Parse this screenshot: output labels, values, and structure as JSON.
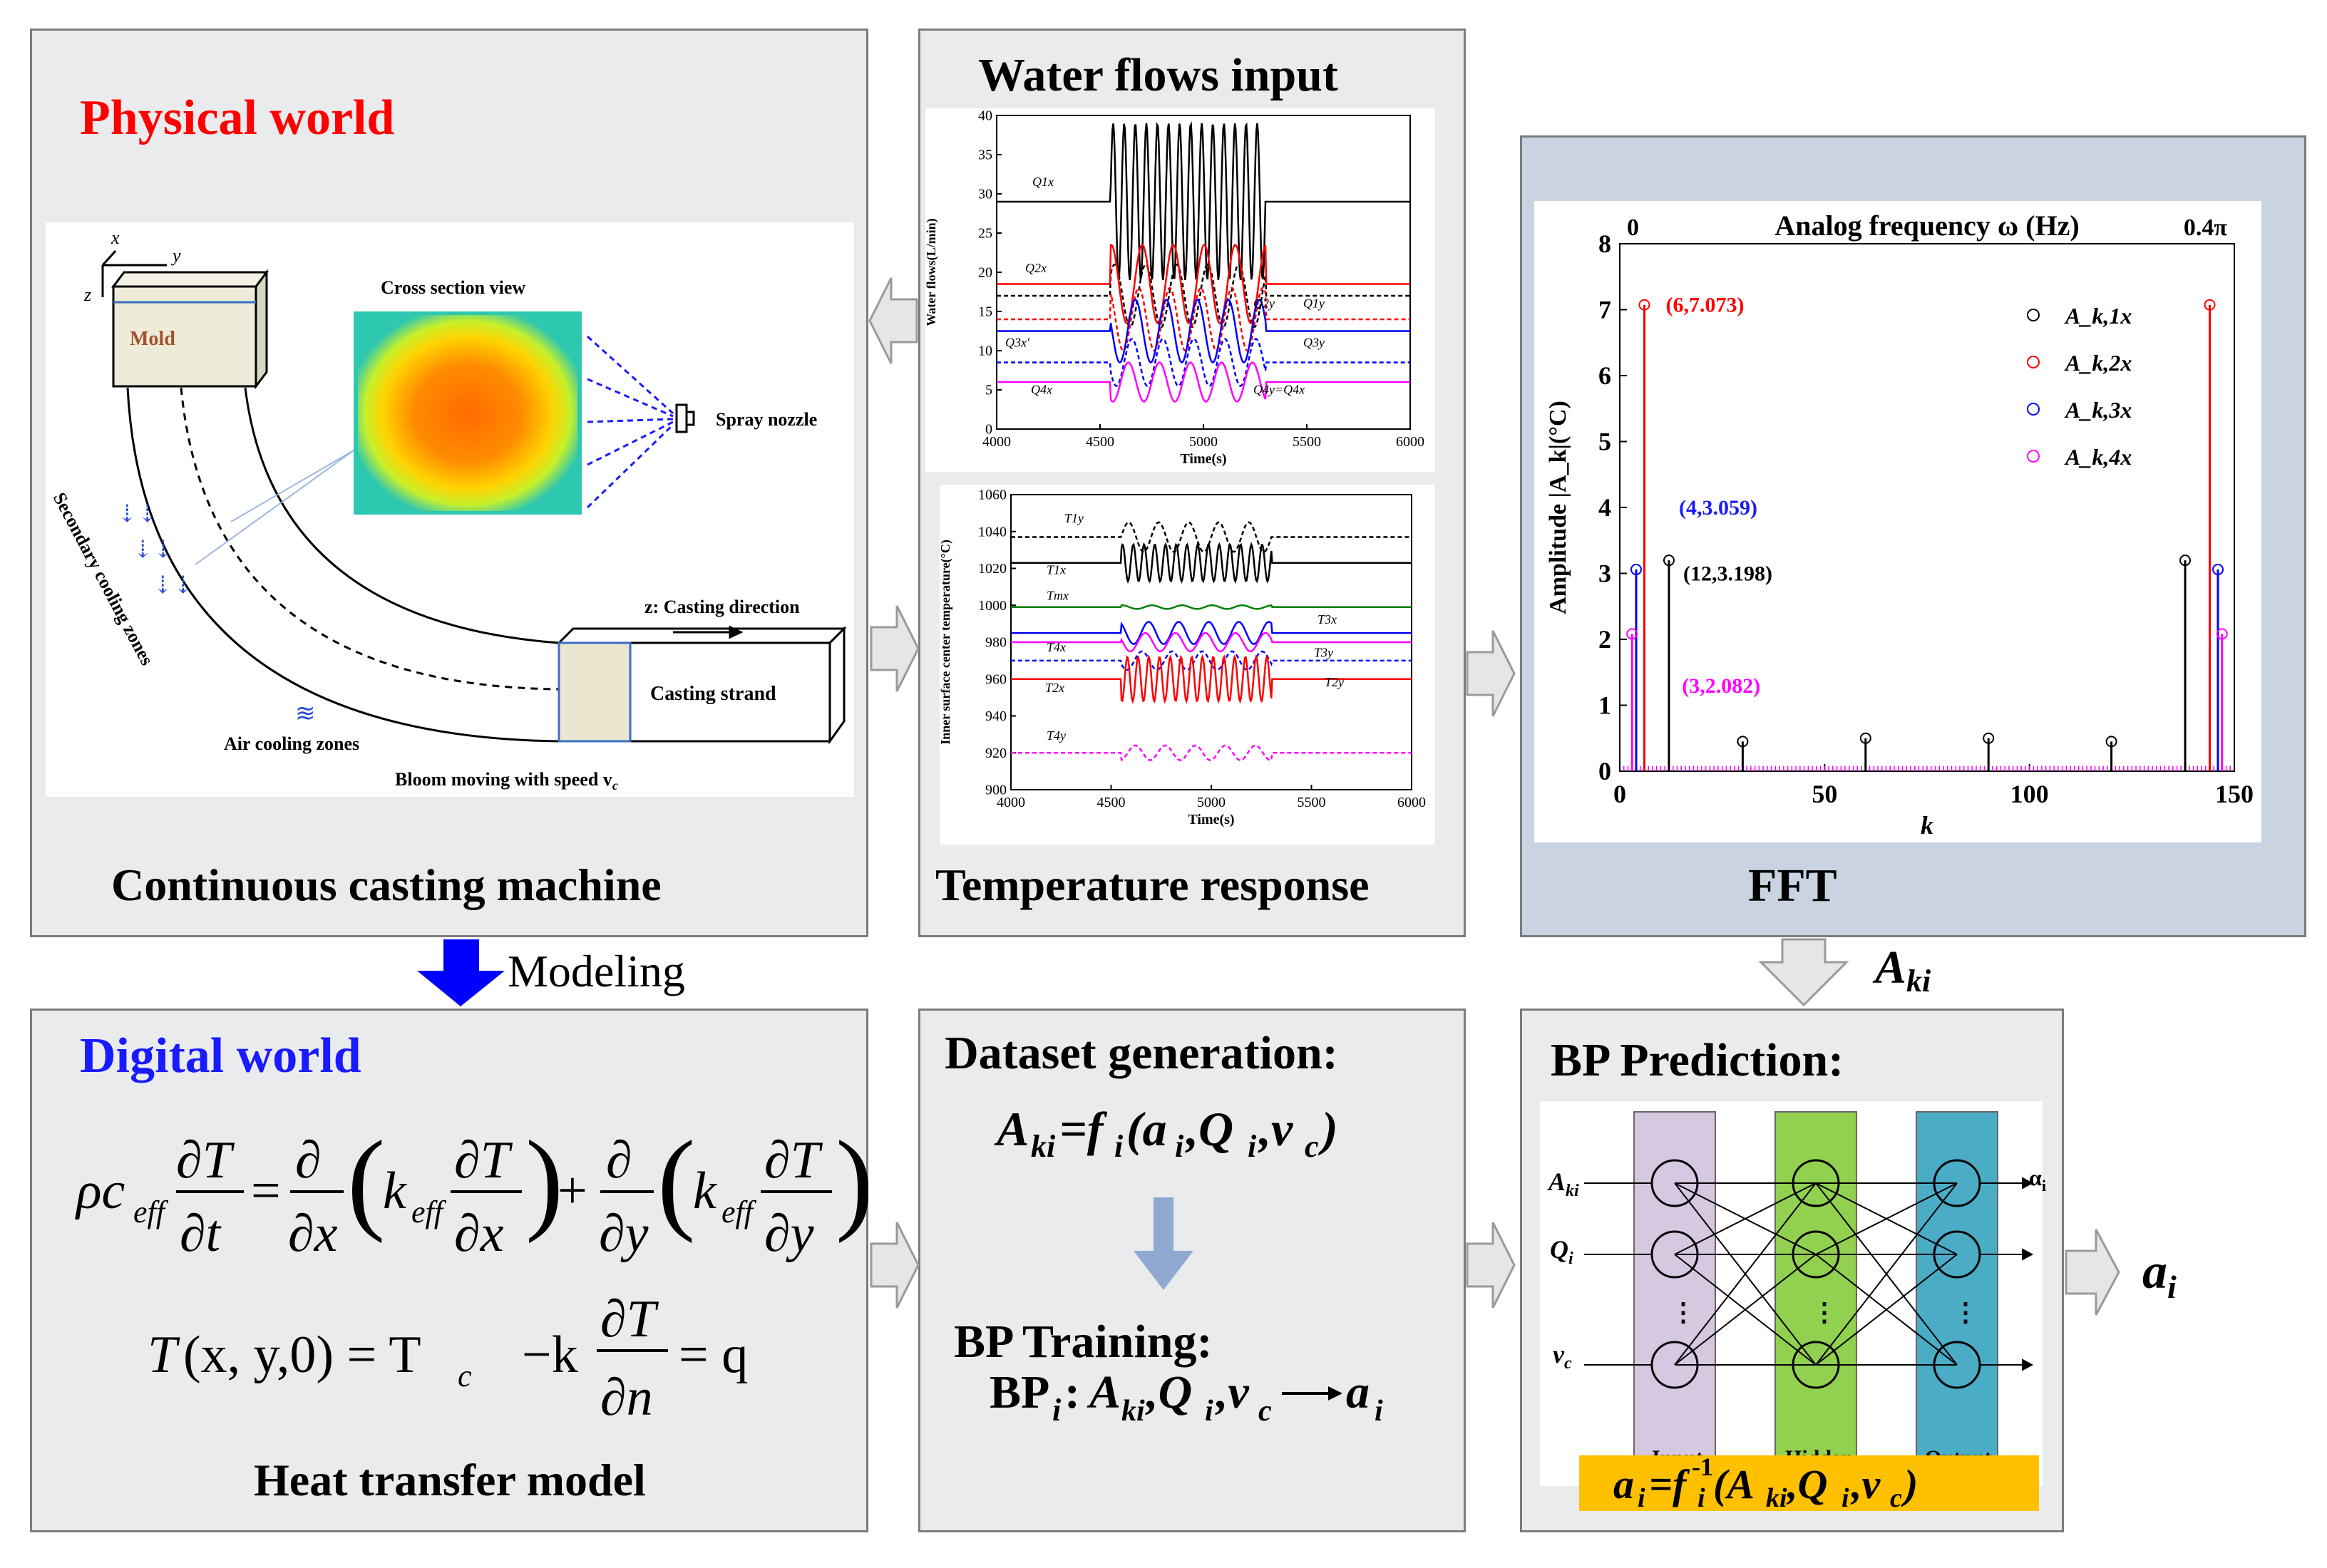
{
  "physical": {
    "heading": "Physical  world",
    "caption": "Continuous casting machine",
    "labels": {
      "axis_x": "x",
      "axis_y": "y",
      "axis_z": "z",
      "mold": "Mold",
      "cross_section": "Cross section view",
      "spray_nozzle": "Spray nozzle",
      "secondary_cooling": "Secondary cooling zones",
      "air_cooling": "Air cooling zones",
      "casting_direction": "z: Casting direction",
      "casting_strand": "Casting strand",
      "bloom_moving": "Bloom moving with speed v",
      "bloom_moving_sub": "c"
    }
  },
  "water": {
    "heading": "Water flows input",
    "caption": "Temperature response"
  },
  "fft": {
    "caption": "FFT",
    "arrow_label": "A",
    "arrow_label_sub": "ki"
  },
  "modeling_label": "Modeling",
  "digital": {
    "heading": "Digital  world",
    "caption": "Heat transfer model"
  },
  "dataset": {
    "heading": "Dataset generation:",
    "training": "BP Training:"
  },
  "bp": {
    "heading": "BP Prediction:",
    "layers": [
      "Input",
      "Hidden",
      "Output"
    ],
    "inputs": [
      "A",
      "Q",
      "v"
    ],
    "output": "α",
    "output_symbol": "a",
    "output_sub": "i"
  },
  "colors": {
    "accent_red": "#ff0000",
    "accent_blue": "#1a1aff",
    "input_layer": "#d5c8e0",
    "hidden_layer": "#92d050",
    "output_layer": "#4bacc6",
    "formula_bg": "#ffc000",
    "modeling_arrow": "#0000ff"
  },
  "chart_data": [
    {
      "type": "line",
      "name_hint": "water flows",
      "xlabel": "Time(s)",
      "ylabel": "Water flows(L/min)",
      "xlim": [
        4000,
        6000
      ],
      "ylim": [
        0,
        40
      ],
      "xticks": [
        4000,
        4500,
        5000,
        5500,
        6000
      ],
      "yticks": [
        0,
        5,
        10,
        15,
        20,
        25,
        30,
        35,
        40
      ],
      "series": [
        {
          "name": "Q1x",
          "baseline": 29,
          "amplitude": 10,
          "color": "#000000",
          "style": "solid"
        },
        {
          "name": "Q1y",
          "baseline": 17,
          "amplitude": 4,
          "color": "#000000",
          "style": "dashed"
        },
        {
          "name": "Q2x",
          "baseline": 18.5,
          "amplitude": 5,
          "color": "#ff0000",
          "style": "solid"
        },
        {
          "name": "Q2y",
          "baseline": 14,
          "amplitude": 4,
          "color": "#ff0000",
          "style": "dashed"
        },
        {
          "name": "Q3x",
          "baseline": 12.5,
          "amplitude": 4,
          "color": "#0000ff",
          "style": "solid"
        },
        {
          "name": "Q3y",
          "baseline": 8.5,
          "amplitude": 3,
          "color": "#0000ff",
          "style": "dashed"
        },
        {
          "name": "Q4x",
          "baseline": 6,
          "amplitude": 2.5,
          "color": "#ff00ff",
          "style": "solid"
        }
      ],
      "annotations": [
        "Q1x",
        "Q2x",
        "Q3x′",
        "Q4x",
        "Q2y",
        "Q1y",
        "Q3y",
        "Q4y=Q4x"
      ]
    },
    {
      "type": "line",
      "name_hint": "temperature response",
      "xlabel": "Time(s)",
      "ylabel": "Inner surface center temperature(°C)",
      "xlim": [
        4000,
        6000
      ],
      "ylim": [
        900,
        1060
      ],
      "xticks": [
        4000,
        4500,
        5000,
        5500,
        6000
      ],
      "yticks": [
        900,
        920,
        940,
        960,
        980,
        1000,
        1020,
        1040,
        1060
      ],
      "series": [
        {
          "name": "T1y",
          "baseline": 1037,
          "amplitude": 8,
          "color": "#000000",
          "style": "dashed"
        },
        {
          "name": "T1x",
          "baseline": 1023,
          "amplitude": 10,
          "color": "#000000",
          "style": "solid"
        },
        {
          "name": "Tmx",
          "baseline": 999,
          "amplitude": 1,
          "color": "#008000",
          "style": "solid"
        },
        {
          "name": "T3x",
          "baseline": 985,
          "amplitude": 6,
          "color": "#0000ff",
          "style": "solid"
        },
        {
          "name": "T4x",
          "baseline": 980,
          "amplitude": 5,
          "color": "#ff00ff",
          "style": "solid"
        },
        {
          "name": "T3y",
          "baseline": 970,
          "amplitude": 5,
          "color": "#0000ff",
          "style": "dashed"
        },
        {
          "name": "T2x",
          "baseline": 960,
          "amplitude": 12,
          "color": "#ff0000",
          "style": "solid"
        },
        {
          "name": "T4y",
          "baseline": 920,
          "amplitude": 4,
          "color": "#ff00ff",
          "style": "dashed"
        }
      ],
      "annotations": [
        "T1y",
        "T1x",
        "Tmx",
        "T3x",
        "T4x",
        "T3y",
        "T2x",
        "T2y",
        "T4y"
      ]
    },
    {
      "type": "scatter",
      "name_hint": "FFT amplitude",
      "title": "Analog frequency ω (Hz)",
      "top_left_label": "0",
      "top_right_label": "0.4π",
      "xlabel": "k",
      "ylabel": "Amplitude |A_k|(°C)",
      "xlim": [
        0,
        150
      ],
      "ylim": [
        0,
        8
      ],
      "xticks": [
        0,
        50,
        100,
        150
      ],
      "yticks": [
        0,
        1,
        2,
        3,
        4,
        5,
        6,
        7,
        8
      ],
      "series": [
        {
          "name": "A_k,1x",
          "color": "#000000",
          "points": [
            [
              12,
              3.198
            ],
            [
              30,
              0.45
            ],
            [
              60,
              0.5
            ],
            [
              90,
              0.5
            ],
            [
              120,
              0.45
            ],
            [
              138,
              3.198
            ]
          ]
        },
        {
          "name": "A_k,2x",
          "color": "#ff0000",
          "points": [
            [
              6,
              7.073
            ],
            [
              144,
              7.073
            ]
          ]
        },
        {
          "name": "A_k,3x",
          "color": "#0000ff",
          "points": [
            [
              4,
              3.059
            ],
            [
              146,
              3.059
            ]
          ]
        },
        {
          "name": "A_k,4x",
          "color": "#ff00ff",
          "points": [
            [
              3,
              2.082
            ],
            [
              147,
              2.082
            ]
          ]
        }
      ],
      "annotations": [
        "(6,7.073)",
        "(4,3.059)",
        "(12,3.198)",
        "(3,2.082)"
      ]
    }
  ]
}
